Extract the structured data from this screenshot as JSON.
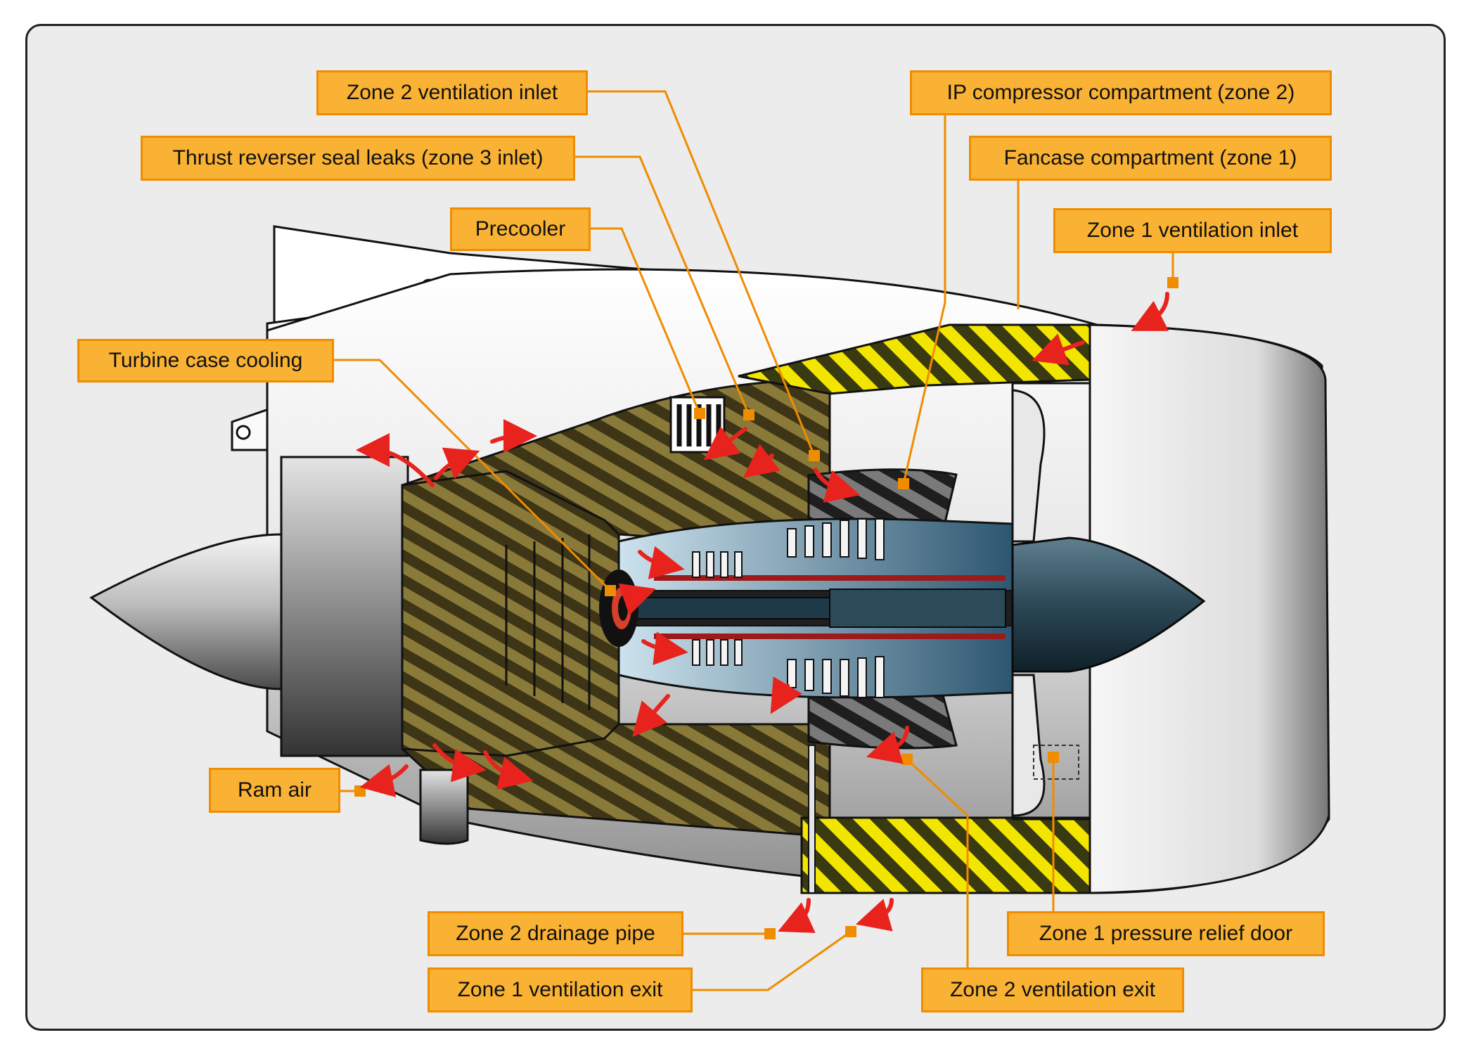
{
  "diagram": {
    "labels": {
      "zone2_ventilation_inlet": "Zone 2 ventilation inlet",
      "thrust_reverser_seal_leaks": "Thrust reverser seal leaks (zone 3 inlet)",
      "precooler": "Precooler",
      "turbine_case_cooling": "Turbine case cooling",
      "ip_compressor_compartment": "IP compressor compartment (zone 2)",
      "fancase_compartment": "Fancase compartment (zone 1)",
      "zone1_ventilation_inlet": "Zone 1 ventilation inlet",
      "ram_air": "Ram air",
      "zone2_drainage_pipe": "Zone 2 drainage pipe",
      "zone1_ventilation_exit": "Zone 1 ventilation exit",
      "zone1_pressure_relief_door": "Zone 1 pressure relief door",
      "zone2_ventilation_exit": "Zone 2 ventilation exit"
    },
    "colors": {
      "label_fill": "#f9b233",
      "label_border": "#f08c00",
      "leader_line": "#f08c00",
      "airflow_arrow": "#e8231e",
      "zone1_hatch": "#f2e600",
      "zone3_hatch": "#6e5f1e",
      "core_hatch": "#3a3a3a",
      "background": "#ececec"
    }
  }
}
